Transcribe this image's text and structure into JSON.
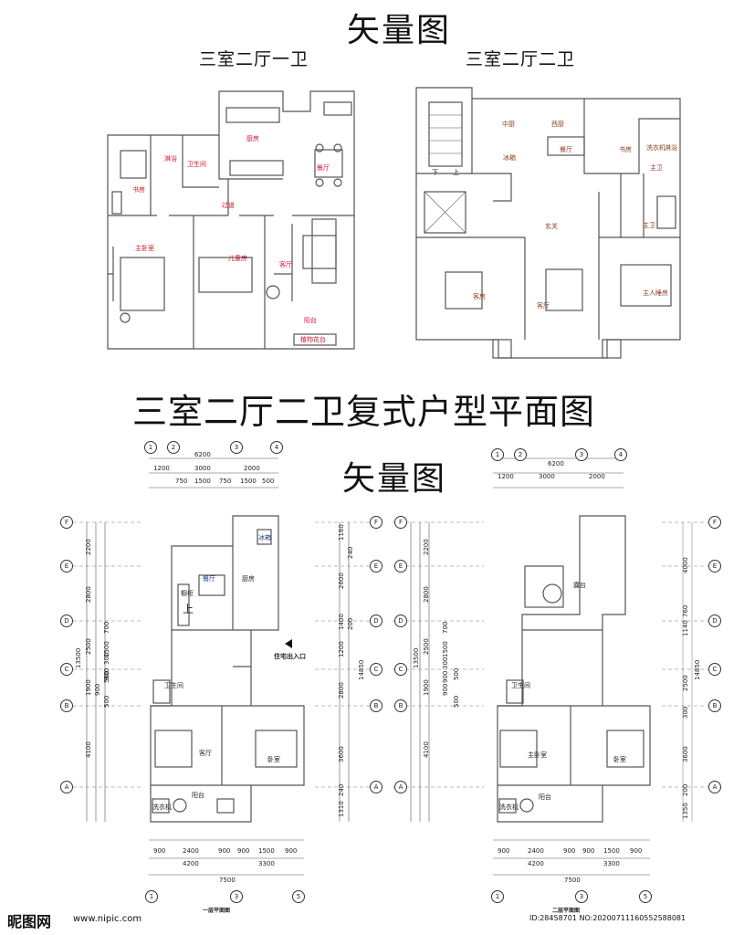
{
  "top_title": "矢量图",
  "plan1": {
    "title": "三室二厅一卫",
    "rooms": {
      "kitchen": "厨房",
      "dining": "餐厅",
      "bath": "卫生间",
      "shower": "淋浴",
      "study": "书房",
      "corridor": "过道",
      "master": "主卧室",
      "child": "儿童房",
      "living": "客厅",
      "balcony": "阳台",
      "plant": "植物花台"
    }
  },
  "plan2": {
    "title": "三室二厅二卫",
    "rooms": {
      "chinese_kitchen": "中厨",
      "western_kitchen": "西厨",
      "dining": "餐厅",
      "fridge": "冰箱",
      "study": "书房",
      "laundry": "洗衣机",
      "shower": "淋浴",
      "master_bath": "主卫",
      "down": "下",
      "up": "上",
      "hall": "玄关",
      "guest": "客房",
      "living": "客厅",
      "master": "主人睡房",
      "second_bath": "主卫"
    }
  },
  "duplex_title": "三室二厅二卫复式户型平面图",
  "duplex_subtitle": "矢量图",
  "floor1": {
    "axes_top": [
      "1",
      "2",
      "3",
      "4"
    ],
    "dim_total": "6200",
    "dim_mid": [
      "1200",
      "3000",
      "2000"
    ],
    "dim_small": [
      "750",
      "1500",
      "750",
      "1500",
      "500"
    ],
    "rows": [
      "F",
      "E",
      "D",
      "C",
      "B",
      "A"
    ],
    "left_outer": [
      "2200",
      "2800",
      "2500",
      "1900",
      "4100"
    ],
    "left_total": "13500",
    "left_inner": [
      "700",
      "1500",
      "900",
      "300",
      "500",
      "900",
      "500"
    ],
    "right_outer": [
      "1160",
      "240",
      "2600",
      "1400",
      "200",
      "1200",
      "2800",
      "3600",
      "240",
      "1310"
    ],
    "right_total": "14850",
    "rooms": {
      "fridge": "冰箱",
      "dining": "餐厅",
      "kitchen": "厨房",
      "cabinet": "橱柜",
      "up": "上",
      "entrance": "住宅出入口",
      "bath": "卫生间",
      "living": "客厅",
      "bedroom": "卧室",
      "balcony": "阳台",
      "laundry": "洗衣机"
    },
    "dim_bottom_small": [
      "900",
      "2400",
      "900",
      "900",
      "1500",
      "900"
    ],
    "dim_bottom_mid": [
      "4200",
      "3300"
    ],
    "dim_bottom_total": "7500",
    "axes_bottom": [
      "1",
      "3",
      "5"
    ],
    "caption": "一层平面图"
  },
  "floor2": {
    "axes_top": [
      "1",
      "2",
      "3",
      "4"
    ],
    "dim_total": "6200",
    "dim_mid": [
      "1200",
      "3000",
      "2000"
    ],
    "rows": [
      "F",
      "E",
      "D",
      "C",
      "B",
      "A"
    ],
    "left_outer": [
      "2200",
      "2800",
      "2500",
      "1900",
      "4100"
    ],
    "left_total": "13500",
    "left_inner": [
      "700",
      "1500",
      "300",
      "900",
      "500",
      "900",
      "500"
    ],
    "right_outer": [
      "4000",
      "760",
      "1140",
      "2500",
      "300",
      "3600",
      "200",
      "1350"
    ],
    "right_total": "14850",
    "rooms": {
      "terrace": "露台",
      "bath": "卫生间",
      "master": "主卧室",
      "bedroom": "卧室",
      "balcony": "阳台",
      "laundry": "洗衣机"
    },
    "dim_bottom_small": [
      "900",
      "2400",
      "900",
      "900",
      "1500",
      "900"
    ],
    "dim_bottom_mid": [
      "4200",
      "3300"
    ],
    "dim_bottom_total": "7500",
    "axes_bottom": [
      "1",
      "3",
      "5"
    ],
    "caption": "二层平面图"
  },
  "footer": {
    "watermark": "昵图网",
    "url": "www.nipic.com",
    "id_text": "ID:28458701 NO:20200711160552588081"
  }
}
